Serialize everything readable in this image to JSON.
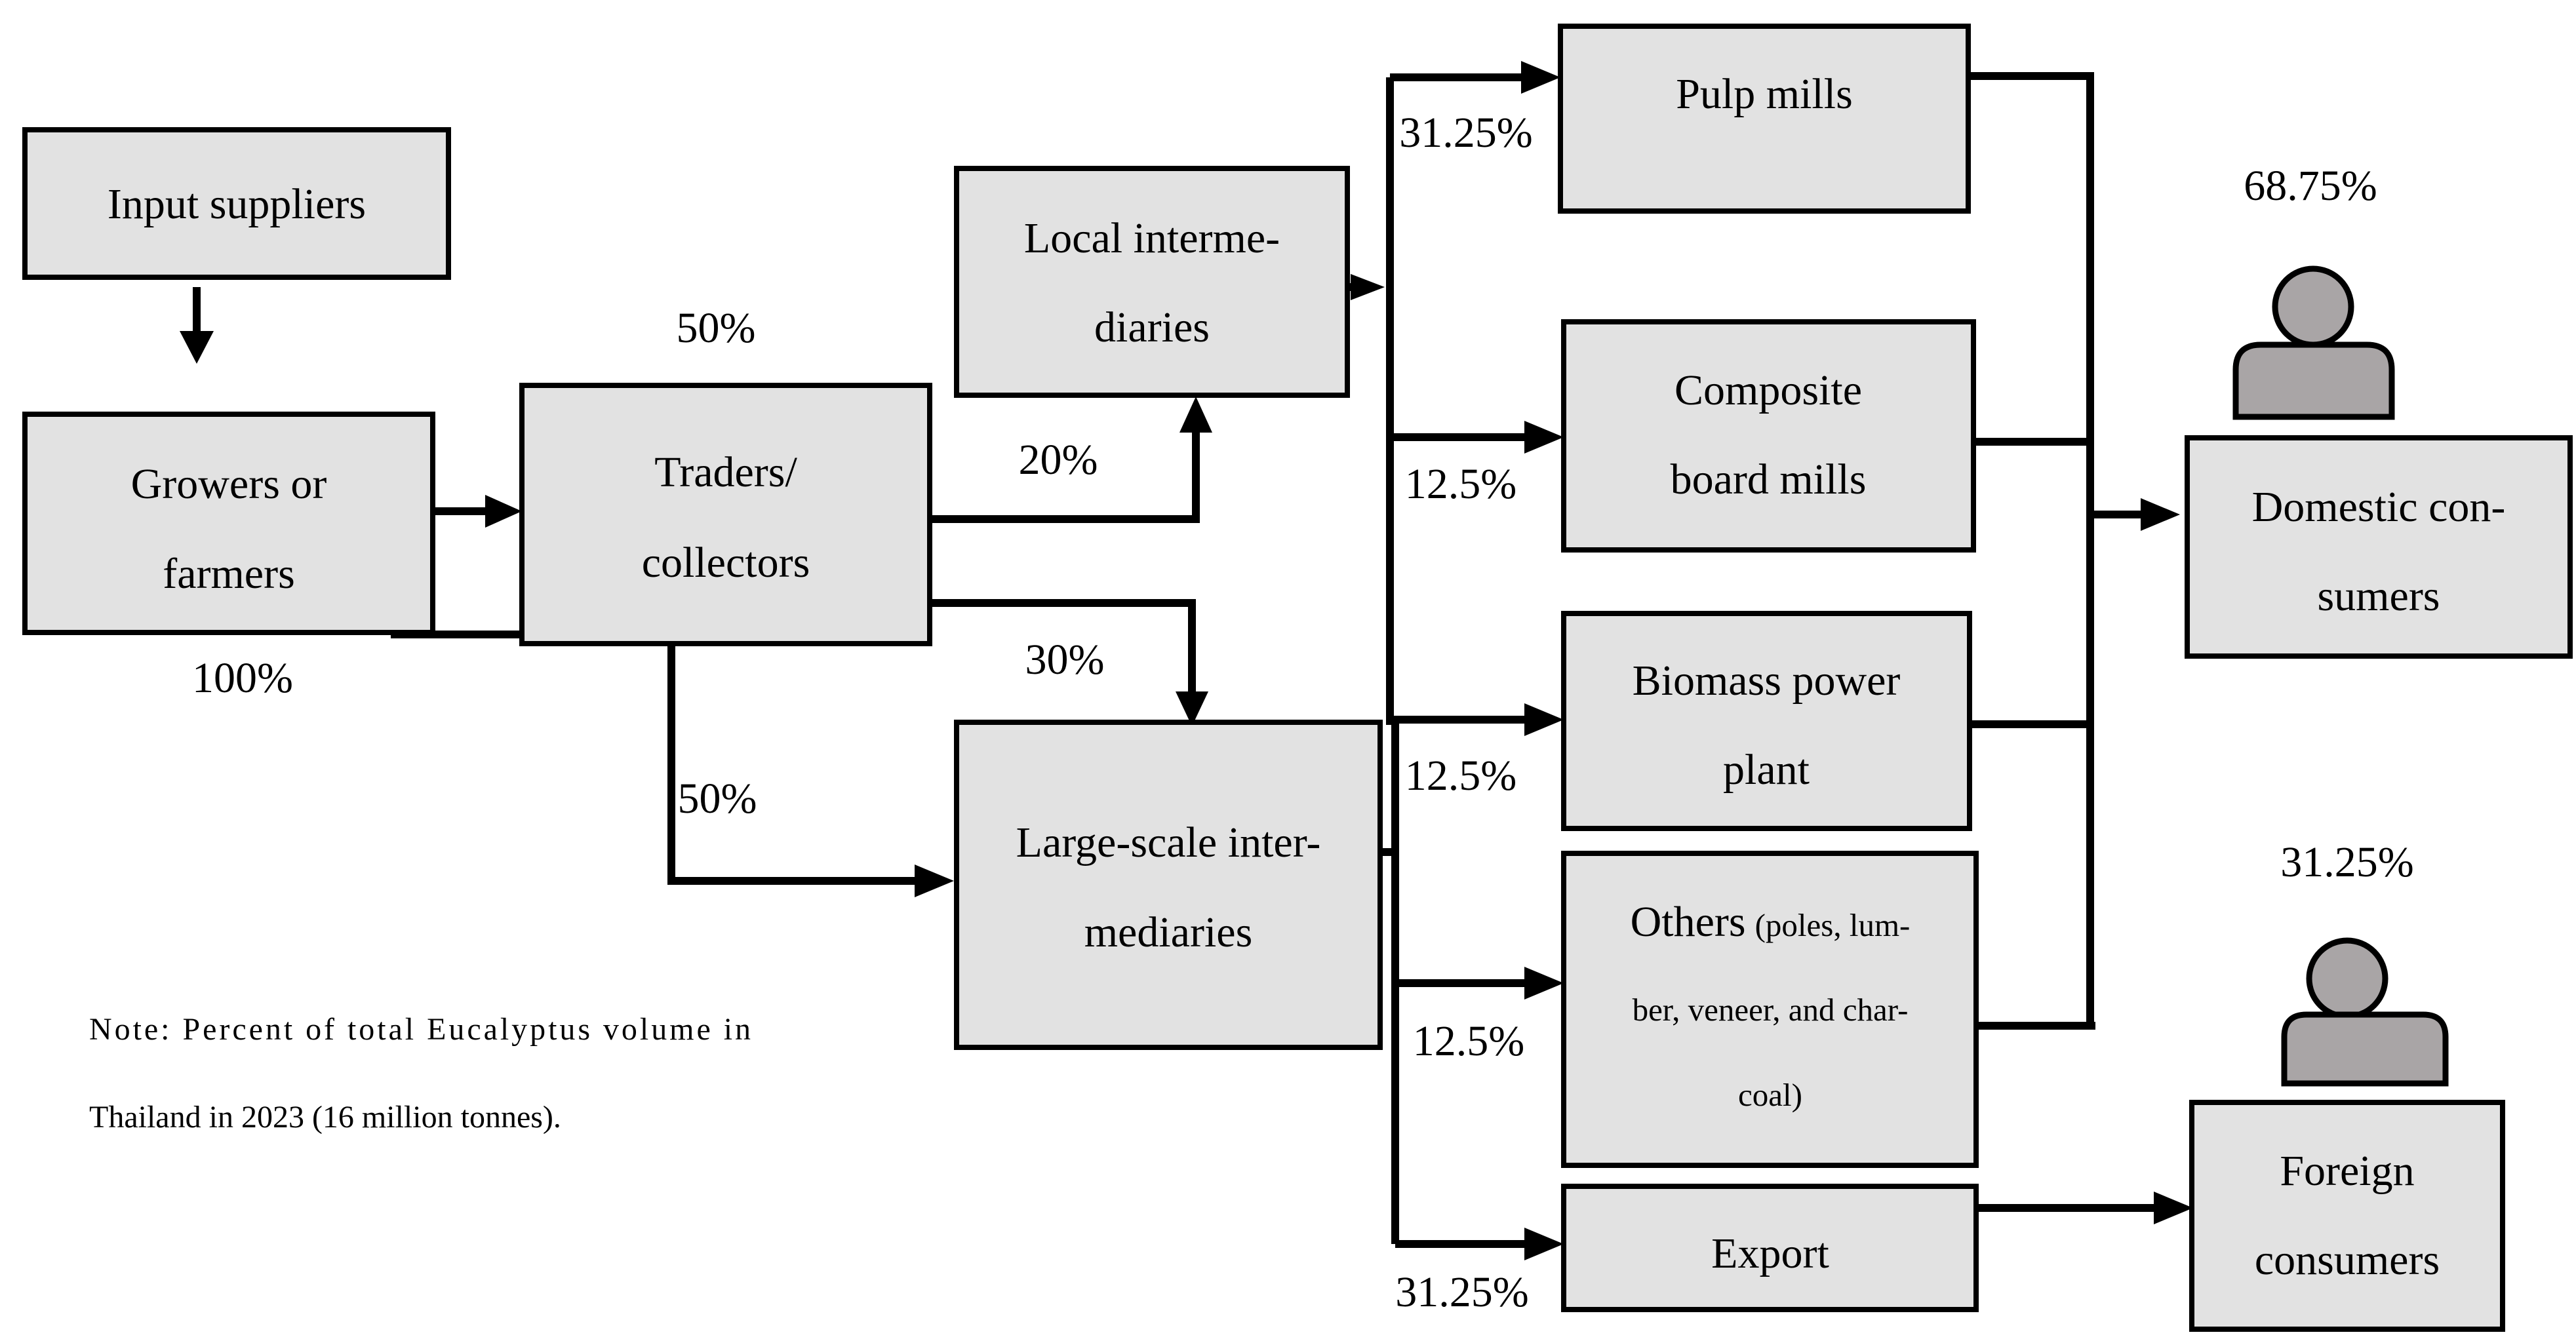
{
  "nodes": {
    "input_suppliers": {
      "text": "Input suppliers"
    },
    "growers": {
      "line1": "Growers or",
      "line2": "farmers"
    },
    "traders": {
      "line1": "Traders/",
      "line2": "collectors"
    },
    "local_intermediaries": {
      "line1": "Local interme-",
      "line2": "diaries"
    },
    "large_scale_intermediaries": {
      "line1": "Large-scale inter-",
      "line2": "mediaries"
    },
    "pulp_mills": {
      "text": "Pulp mills"
    },
    "composite_board_mills": {
      "line1": "Composite",
      "line2": "board mills"
    },
    "biomass_power_plant": {
      "line1": "Biomass power",
      "line2": "plant"
    },
    "others": {
      "title": "Others",
      "detail1": "(poles, lum-",
      "detail2": "ber, veneer, and char-",
      "detail3": "coal)"
    },
    "export": {
      "text": "Export"
    },
    "domestic_consumers": {
      "line1": "Domestic con-",
      "line2": "sumers"
    },
    "foreign_consumers": {
      "line1": "Foreign",
      "line2": "consumers"
    }
  },
  "edges": {
    "growers_share": "100%",
    "traders_share": "50%",
    "to_local": "20%",
    "to_large_scale": "30%",
    "direct_large_scale": "50%",
    "pulp_mills": "31.25%",
    "composite_board_mills": "12.5%",
    "biomass_power_plant": "12.5%",
    "others": "12.5%",
    "export": "31.25%",
    "domestic_consumers": "68.75%",
    "foreign_consumers": "31.25%"
  },
  "note": {
    "line1": "Note: Percent of total Eucalyptus volume in",
    "line2": "Thailand in 2023 (16 million tonnes)."
  },
  "icons": {
    "domestic": "person-icon",
    "foreign": "person-icon"
  },
  "colors": {
    "box_fill": "#e2e2e2",
    "person_fill": "#a9a5a6",
    "line": "#000000"
  }
}
